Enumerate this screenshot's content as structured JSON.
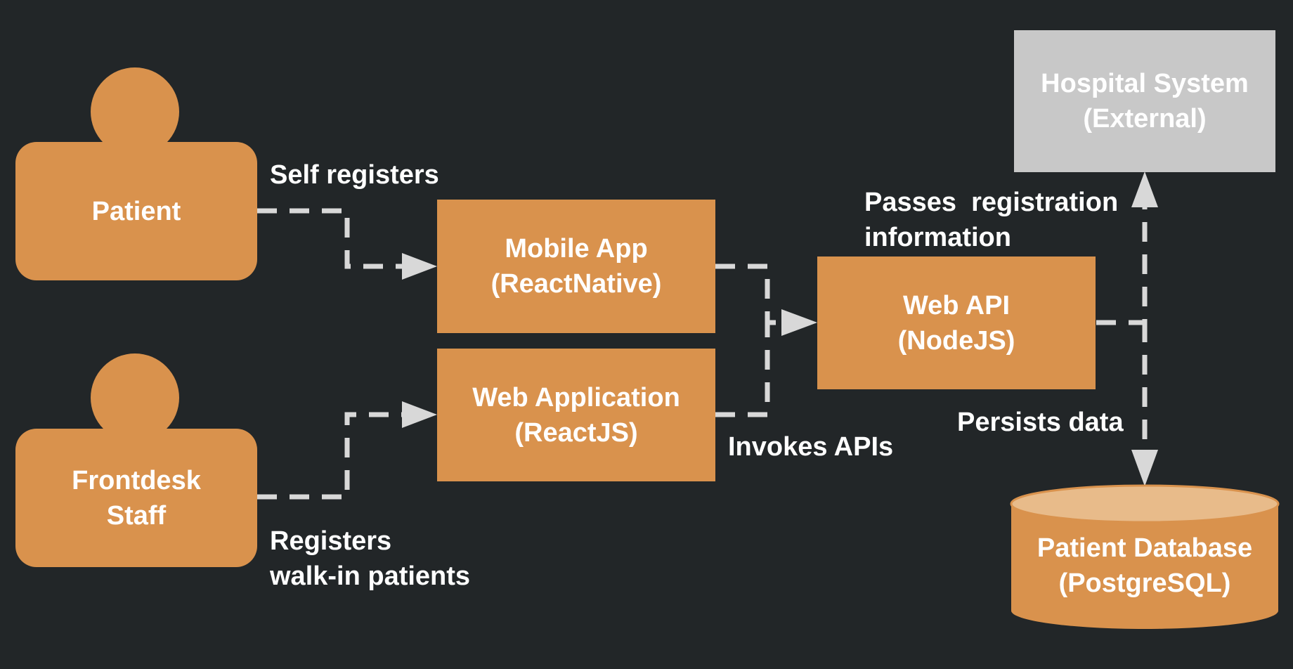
{
  "colors": {
    "background": "#222628",
    "box": "#d9924d",
    "external": "#c8c8c8",
    "db_top": "#e8bb8a",
    "connector": "#d8d8d8"
  },
  "actors": {
    "patient": {
      "label": "Patient"
    },
    "frontdesk": {
      "line1": "Frontdesk",
      "line2": "Staff"
    }
  },
  "components": {
    "mobile_app": {
      "line1": "Mobile App",
      "line2": "(ReactNative)"
    },
    "web_app": {
      "line1": "Web Application",
      "line2": "(ReactJS)"
    },
    "web_api": {
      "line1": "Web API",
      "line2": "(NodeJS)"
    },
    "hospital_system": {
      "line1": "Hospital System",
      "line2": "(External)"
    },
    "patient_db": {
      "line1": "Patient Database",
      "line2": "(PostgreSQL)"
    }
  },
  "edge_labels": {
    "self_registers": "Self registers",
    "registers_line1": "Registers",
    "registers_line2": "walk-in patients",
    "invokes_apis": "Invokes APIs",
    "passes_line1": "Passes  registration",
    "passes_line2": "information",
    "persists_data": "Persists data"
  }
}
